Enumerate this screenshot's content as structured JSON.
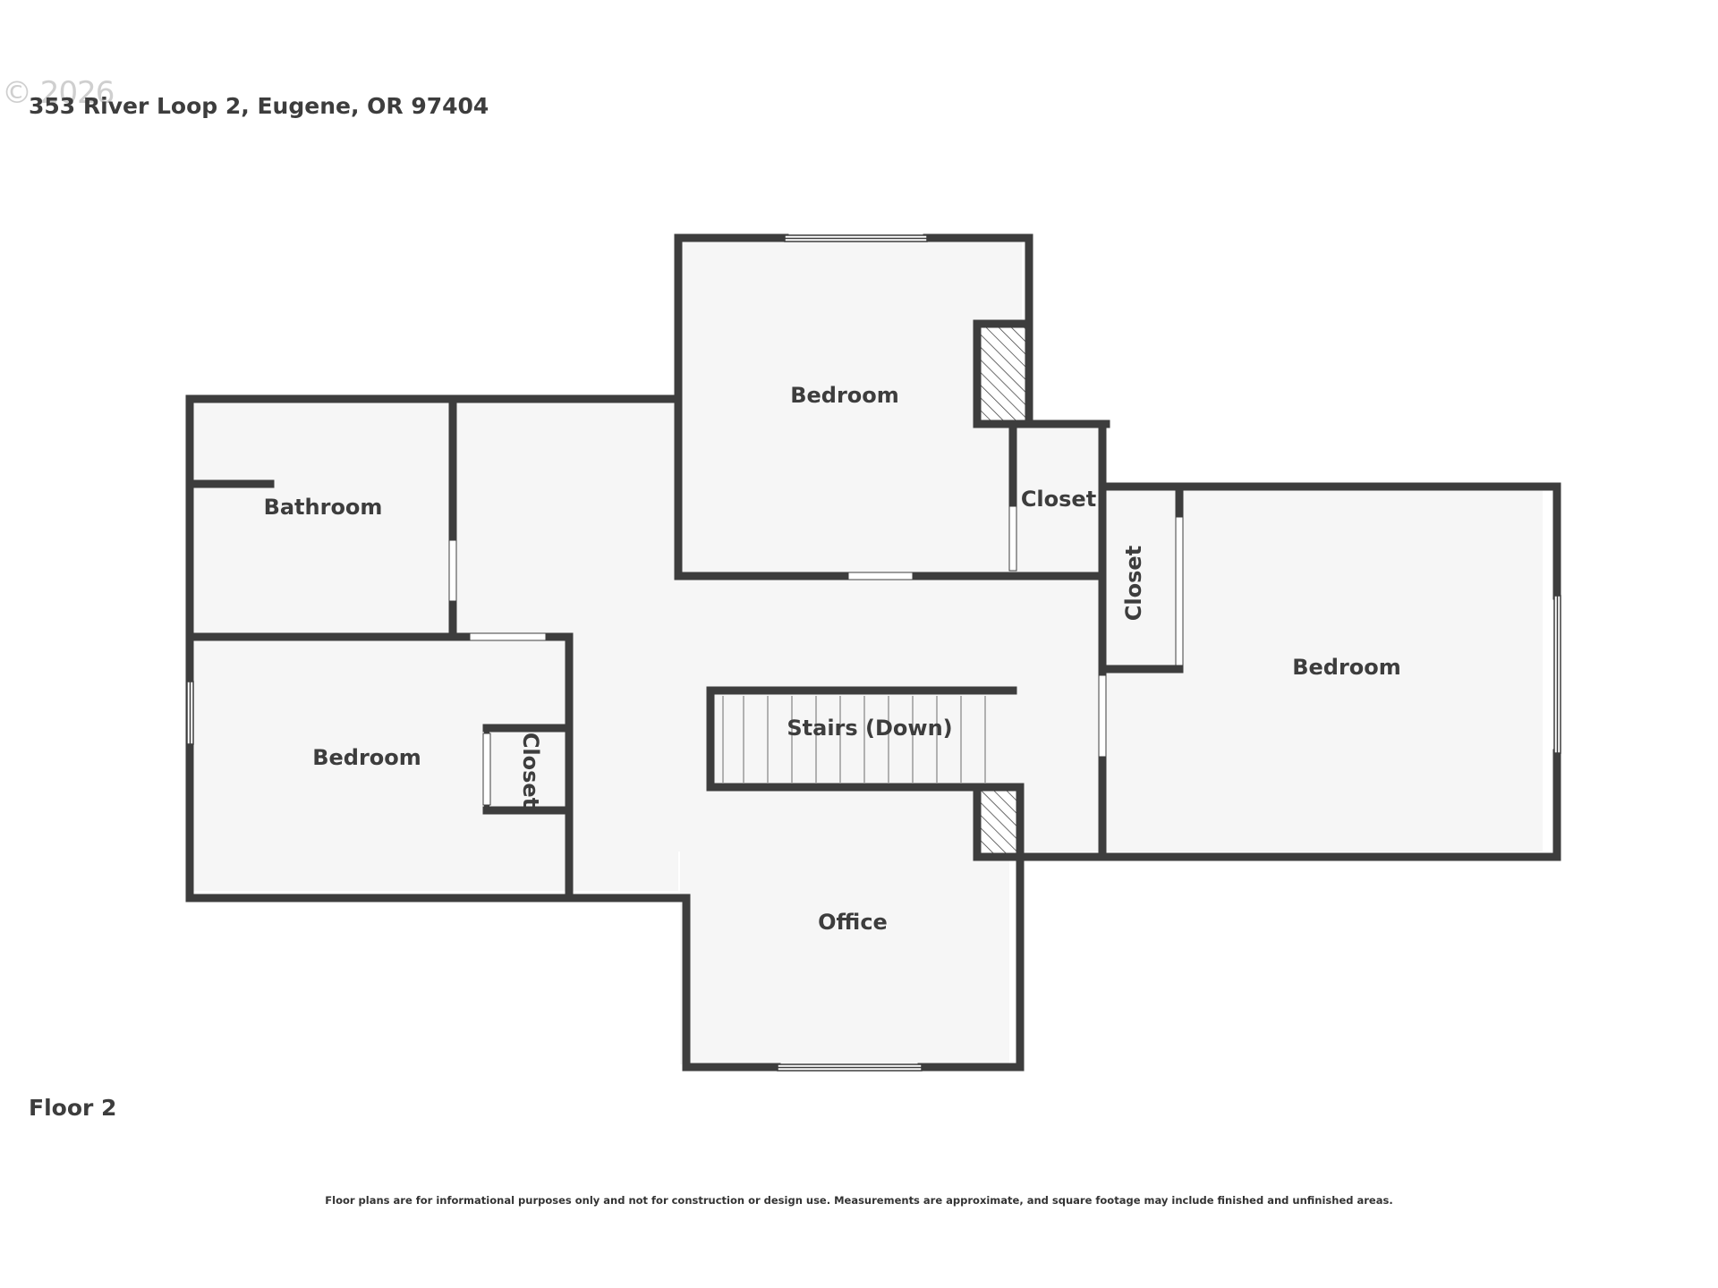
{
  "header": {
    "copyright": "© 2026",
    "address": "353 River Loop 2, Eugene, OR 97404"
  },
  "rooms": {
    "bedroom_top": "Bedroom",
    "closet_top": "Closet",
    "bathroom": "Bathroom",
    "closet_right": "Closet",
    "bedroom_right": "Bedroom",
    "stairs": "Stairs (Down)",
    "bedroom_left": "Bedroom",
    "closet_left": "Closet",
    "office": "Office"
  },
  "footer": {
    "floor": "Floor 2",
    "disclaimer": "Floor plans are for informational purposes only and not for construction or design use. Measurements are approximate, and square footage may include finished and unfinished areas."
  },
  "colors": {
    "wall": "#3d3d3d",
    "floor_fill": "#f6f6f6",
    "background": "#ffffff"
  }
}
